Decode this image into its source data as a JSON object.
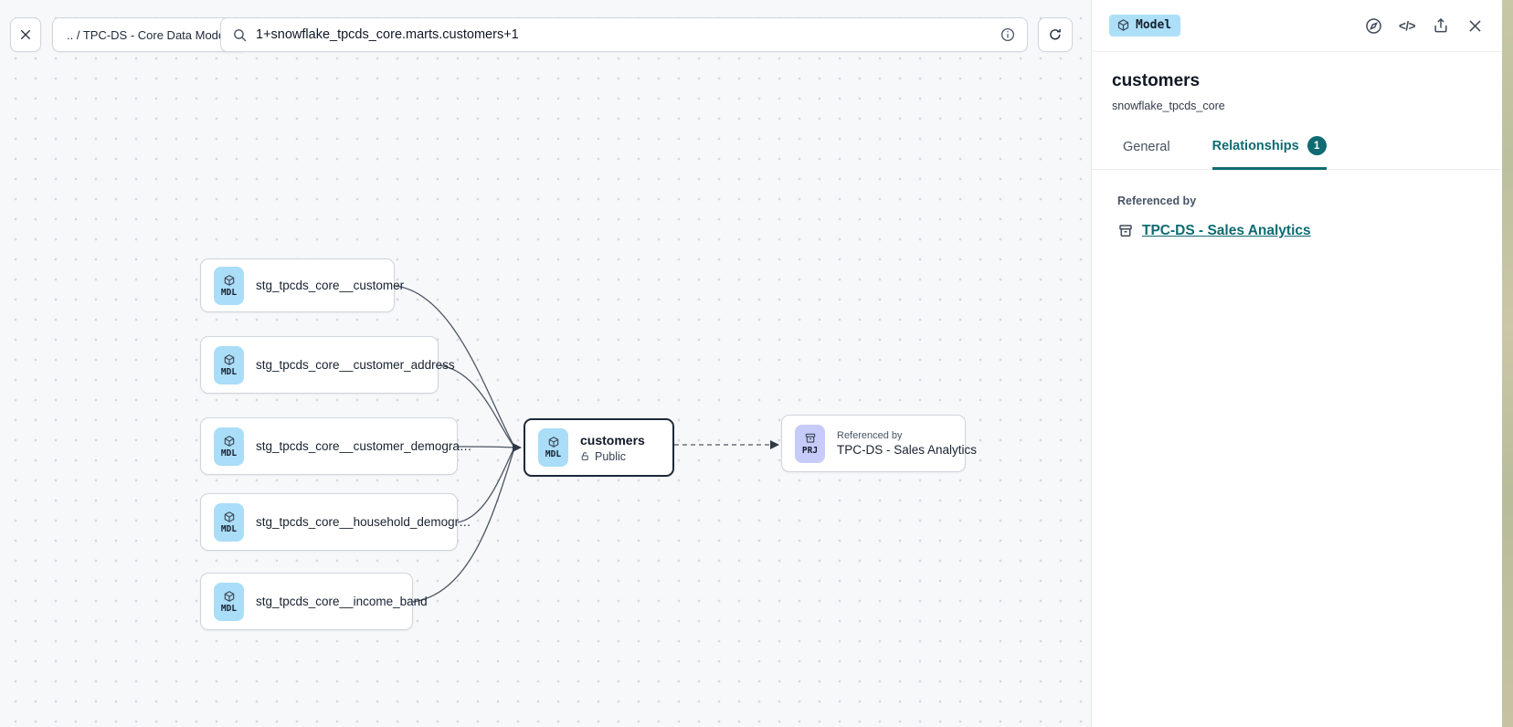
{
  "topbar": {
    "breadcrumb": ".. / TPC-DS - Core Data Models",
    "search": {
      "value": "1+snowflake_tpcds_core.marts.customers+1"
    }
  },
  "canvas": {
    "nodes": [
      {
        "badge": "MDL",
        "label": "stg_tpcds_core__customer"
      },
      {
        "badge": "MDL",
        "label": "stg_tpcds_core__customer_address"
      },
      {
        "badge": "MDL",
        "label": "stg_tpcds_core__customer_demogra…"
      },
      {
        "badge": "MDL",
        "label": "stg_tpcds_core__household_demogr…"
      },
      {
        "badge": "MDL",
        "label": "stg_tpcds_core__income_band"
      }
    ],
    "selected": {
      "badge": "MDL",
      "title": "customers",
      "access": "Public"
    },
    "referenced": {
      "badge": "PRJ",
      "kicker": "Referenced by",
      "title": "TPC-DS - Sales Analytics"
    }
  },
  "panel": {
    "type_badge": "Model",
    "title": "customers",
    "subtitle": "snowflake_tpcds_core",
    "icons": {
      "code": "</>"
    },
    "tabs": {
      "general": "General",
      "relationships": "Relationships",
      "relationships_count": "1"
    },
    "referenced_by": {
      "heading": "Referenced by",
      "link": "TPC-DS - Sales Analytics"
    }
  },
  "colors": {
    "accent_teal": "#0e6b71",
    "model_chip_bg": "#a9ddf8",
    "project_chip_bg": "#c6cbf9",
    "type_badge_bg": "#ade0f8",
    "selected_node_border": "#1d2939",
    "canvas_bg": "#f7f8fa"
  }
}
